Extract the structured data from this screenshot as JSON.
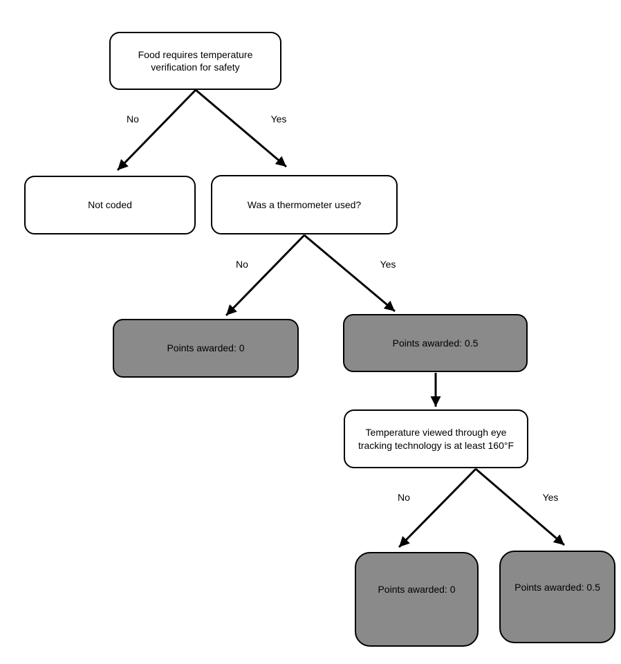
{
  "diagram": {
    "type": "decision-tree",
    "background": "#ffffff",
    "colors": {
      "decision_node_fill": "#ffffff",
      "score_node_fill": "#8a8a8a",
      "node_border": "#000000",
      "edge_stroke": "#000000",
      "text": "#000000"
    },
    "nodes": {
      "root": {
        "label": "Food requires temperature verification for safety",
        "kind": "decision"
      },
      "not_coded": {
        "label": "Not coded",
        "kind": "outcome"
      },
      "thermometer": {
        "label": "Was a thermometer used?",
        "kind": "decision"
      },
      "points_0_mid": {
        "label": "Points awarded: 0",
        "kind": "score"
      },
      "points_05_mid": {
        "label": "Points awarded: 0.5",
        "kind": "score"
      },
      "eye_tracking": {
        "label": "Temperature viewed through eye tracking technology is at least 160°F",
        "kind": "decision"
      },
      "points_0_bottom": {
        "label": "Points awarded: 0",
        "kind": "score"
      },
      "points_05_bottom": {
        "label": "Points awarded: 0.5",
        "kind": "score"
      }
    },
    "edges": [
      {
        "from": "root",
        "to": "not_coded",
        "label": "No"
      },
      {
        "from": "root",
        "to": "thermometer",
        "label": "Yes"
      },
      {
        "from": "thermometer",
        "to": "points_0_mid",
        "label": "No"
      },
      {
        "from": "thermometer",
        "to": "points_05_mid",
        "label": "Yes"
      },
      {
        "from": "points_05_mid",
        "to": "eye_tracking",
        "label": ""
      },
      {
        "from": "eye_tracking",
        "to": "points_0_bottom",
        "label": "No"
      },
      {
        "from": "eye_tracking",
        "to": "points_05_bottom",
        "label": "Yes"
      }
    ]
  }
}
